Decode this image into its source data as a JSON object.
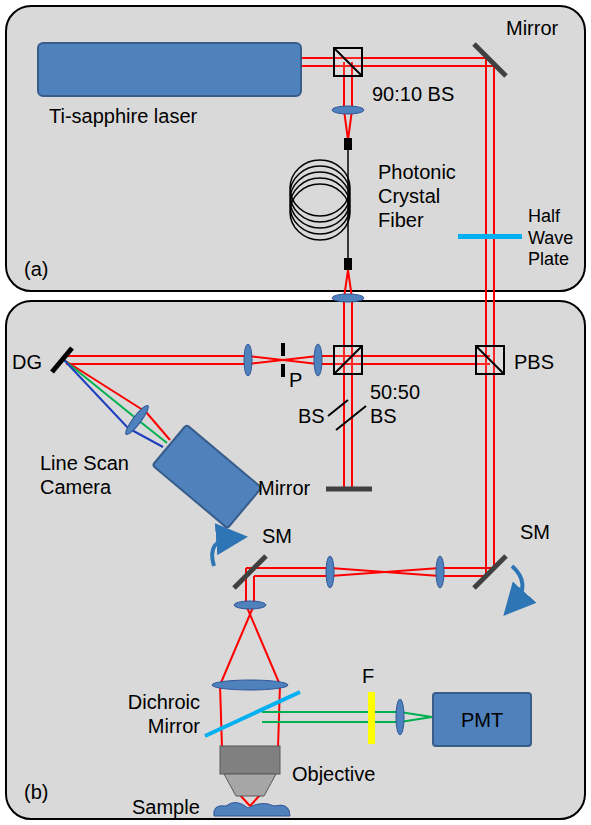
{
  "diagram": {
    "nodes": [
      {
        "text": [
          "(a)"
        ]
      },
      {
        "text": [
          "Ti-sapphire laser"
        ],
        "in": 0
      },
      {
        "text": [
          "(b)"
        ]
      },
      {
        "text": [
          "Line Scan Camera"
        ],
        "in": 2
      },
      {
        "text": [
          "PMT"
        ],
        "in": 2
      }
    ],
    "labels": [
      "90:10 BS",
      "Mirror",
      "Photonic Crystal Fiber",
      "Half Wave Plate",
      "DG",
      "P",
      "50:50 BS",
      "BS",
      "Mirror",
      "PBS",
      "SM",
      "SM",
      "Dichroic Mirror",
      "F",
      "Objective",
      "Sample"
    ]
  }
}
